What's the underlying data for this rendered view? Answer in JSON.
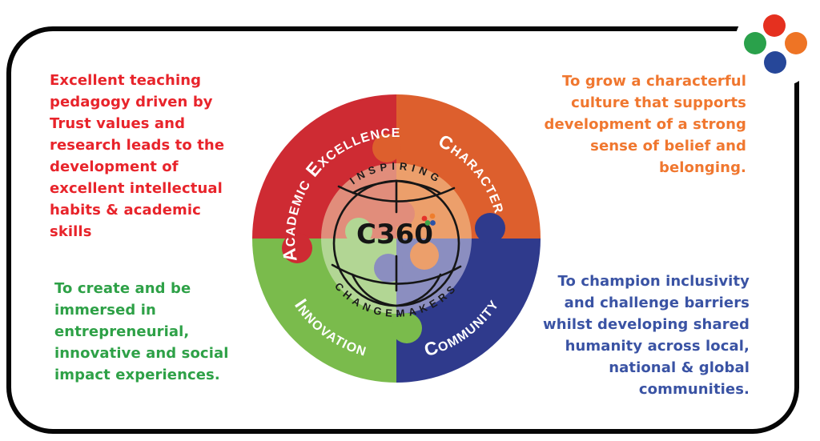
{
  "page": {
    "background": "#FFFFFF",
    "card_border_color": "#060606",
    "card_background": "#FFFFFF"
  },
  "logo": {
    "name": "C360 four-dot logo",
    "dots": [
      {
        "id": "red",
        "color": "#E5301F"
      },
      {
        "id": "green",
        "color": "#2AA14B"
      },
      {
        "id": "orange",
        "color": "#EE7425"
      },
      {
        "id": "blue",
        "color": "#264799"
      }
    ]
  },
  "wheel": {
    "center_label": "C360",
    "top_arc_text": "INSPIRING",
    "bottom_arc_text": "CHANGEMAKERS",
    "center_dots": [
      {
        "id": "red",
        "color": "#E5332A"
      },
      {
        "id": "orange",
        "color": "#EF7D2C"
      },
      {
        "id": "green",
        "color": "#3FA548"
      },
      {
        "id": "blue",
        "color": "#2C52A8"
      }
    ],
    "quadrants": [
      {
        "id": "academic-excellence",
        "label": "Academic Excellence",
        "color": "#CE2B33",
        "light_color": "#E18D7B",
        "text_color": "#E8242B",
        "description": "Excellent teaching\npedagogy driven by\nTrust values and\nresearch leads to the\ndevelopment of\nexcellent intellectual\nhabits & academic\nskills"
      },
      {
        "id": "character",
        "label": "Character",
        "color": "#DD5F2D",
        "light_color": "#EC9F6B",
        "text_color": "#F0772F",
        "description": "To grow a characterful\nculture that supports\ndevelopment of a strong\nsense of belief and\nbelonging."
      },
      {
        "id": "innovation",
        "label": "Innovation",
        "color": "#7ABB4C",
        "light_color": "#B2D694",
        "text_color": "#2EA147",
        "description": "To create and be\nimmersed in\nentrepreneurial,\ninnovative and social\nimpact experiences."
      },
      {
        "id": "community",
        "label": "Community",
        "color": "#2F3A8C",
        "light_color": "#8B8EC0",
        "text_color": "#3A53A4",
        "description": "To champion inclusivity\nand challenge barriers\nwhilst developing shared\nhumanity across local,\nnational & global\ncommunities."
      }
    ]
  }
}
